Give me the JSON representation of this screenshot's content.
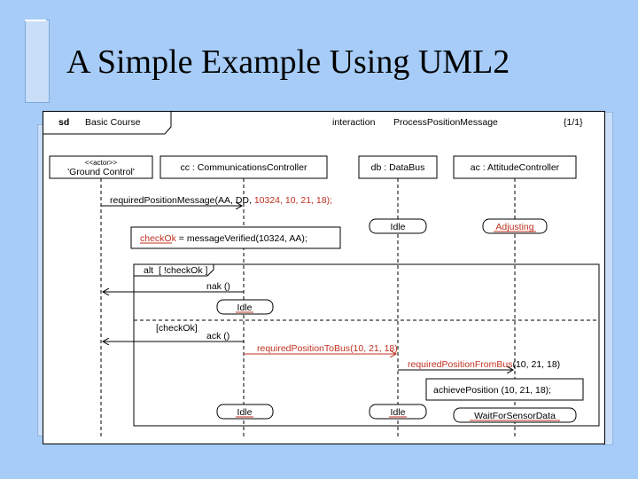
{
  "slide": {
    "title": "A Simple Example Using UML2"
  },
  "diagram": {
    "frame": {
      "tag": "sd",
      "name": "Basic Course",
      "interaction_label": "interaction",
      "interaction_name": "ProcessPositionMessage",
      "page": "{1/1}"
    },
    "lifelines": {
      "actor": {
        "stereotype": "<<actor>>",
        "name": "'Ground Control'"
      },
      "cc": "cc : CommunicationsController",
      "db": "db : DataBus",
      "ac": "ac : AttitudeController"
    },
    "messages": {
      "required_a": "requiredPositionMessage(AA, DD, ",
      "required_b": "10324, 10, 21, 18);",
      "checkok_var": "checkOk",
      "checkok_rest": " = messageVerified(10324, AA);",
      "nak": "nak ()",
      "ack": "ack ()",
      "to_bus_a": "requiredPositionToBus",
      "to_bus_b": "(10, 21, 18)",
      "from_bus_a": "requiredPositionFromBus",
      "from_bus_b": "(10, 21, 18)",
      "achieve": "achievePosition (10, 21, 18);"
    },
    "states": {
      "db_idle": "Idle",
      "ac_adjusting": "Adjusting",
      "cc_idle_1": "Idle",
      "cc_idle_2": "Idle",
      "db_idle_2": "Idle",
      "ac_wait": "WaitForSensorData"
    },
    "fragment": {
      "operator": "alt",
      "guard_1": "[ !checkOk ]",
      "guard_2": "[checkOk]"
    }
  }
}
